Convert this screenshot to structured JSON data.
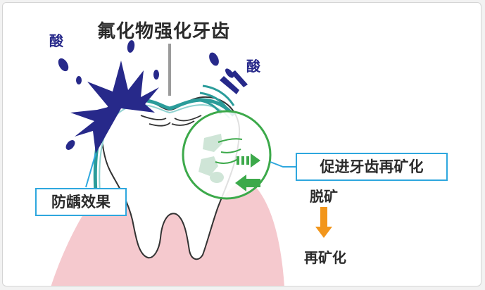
{
  "title": "氟化物强化牙齿",
  "acid_left": "酸",
  "acid_right": "酸",
  "label_anti_caries": "防龋效果",
  "label_remineralize": "促进牙齿再矿化",
  "process_from": "脱矿",
  "process_to": "再矿化",
  "colors": {
    "enamel_outline": "#2a9c9a",
    "acid_splash": "#27298a",
    "gum": "#f5c9ce",
    "zoom_circle": "#3ca94a",
    "callout_border": "#2ea7de",
    "arrow_orange": "#f2961c",
    "arrow_green": "#3ca94a"
  },
  "icons": [
    "acid-splash-icon",
    "acid-drops-icon",
    "fluoride-needle-icon",
    "orange-down-arrow-icon"
  ]
}
